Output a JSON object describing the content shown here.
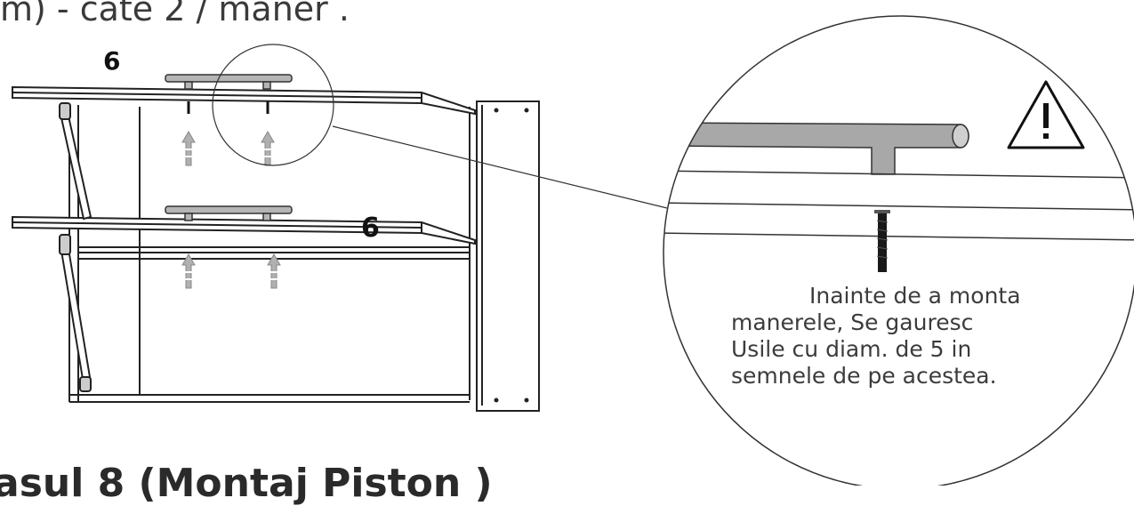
{
  "caption_top": "m) - cate 2 / maner .",
  "step_heading": "asul 8 (Montaj Piston )",
  "labels": {
    "upper_door_qty": "6",
    "lower_door_qty": "6"
  },
  "detail_note": {
    "lines": [
      "Inainte de a monta",
      "manerele, Se gauresc",
      "Usile cu diam. de 5 in",
      "semnele de pe acestea."
    ]
  },
  "icons": {
    "warning": "warning-triangle-icon",
    "arrow": "arrow-up-icon"
  },
  "colors": {
    "line": "#222222",
    "handle_fill": "#a8a8a8",
    "arrow_fill": "#b0b0b0",
    "text": "#3a3a3a"
  }
}
